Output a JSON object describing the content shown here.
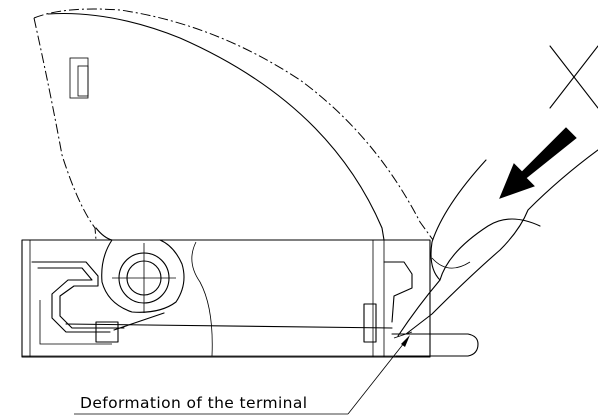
{
  "caption": {
    "text": "Deformation of the terminal"
  },
  "marks": {
    "prohibition_symbol": "cross-mark",
    "direction_arrow": "solid-arrow"
  }
}
